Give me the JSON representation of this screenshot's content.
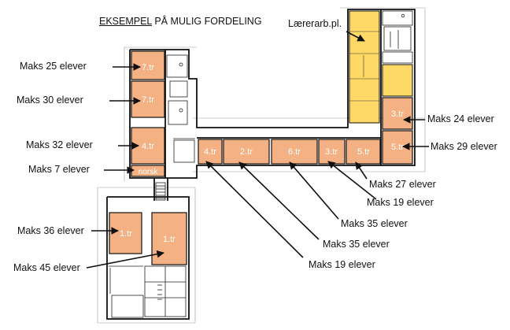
{
  "title": {
    "underlined": "EKSEMPEL",
    "rest": " PÅ MULIG FORDELING"
  },
  "colors": {
    "room_fill": "#f4b183",
    "teacher_fill": "#ffd966",
    "wall": "#111111",
    "room_text": "#ffffff",
    "label_text": "#111111"
  },
  "rooms": [
    {
      "id": "r7a",
      "text": "7.tr"
    },
    {
      "id": "r7b",
      "text": "7.tr"
    },
    {
      "id": "r4a",
      "text": "4.tr"
    },
    {
      "id": "rnorsk",
      "text": "norsk"
    },
    {
      "id": "r4b",
      "text": "4.tr"
    },
    {
      "id": "r2",
      "text": "2.tr"
    },
    {
      "id": "r6",
      "text": "6.tr"
    },
    {
      "id": "r3a",
      "text": "3.tr"
    },
    {
      "id": "r5a",
      "text": "5.tr"
    },
    {
      "id": "r3b",
      "text": "3.tr"
    },
    {
      "id": "r5b",
      "text": "5.tr"
    },
    {
      "id": "r1a",
      "text": "1.tr"
    },
    {
      "id": "r1b",
      "text": "1.tr"
    }
  ],
  "labels": [
    {
      "id": "l7a",
      "text": "Maks 25 elever"
    },
    {
      "id": "l7b",
      "text": "Maks 30 elever"
    },
    {
      "id": "l4a",
      "text": "Maks 32 elever"
    },
    {
      "id": "lnorsk",
      "text": "Maks 7 elever"
    },
    {
      "id": "l1a",
      "text": "Maks 36 elever"
    },
    {
      "id": "l1b",
      "text": "Maks 45 elever"
    },
    {
      "id": "l3b",
      "text": "Maks 24 elever"
    },
    {
      "id": "l5b",
      "text": "Maks 29 elever"
    },
    {
      "id": "l5a",
      "text": "Maks 27 elever"
    },
    {
      "id": "l3a",
      "text": "Maks 19 elever"
    },
    {
      "id": "l6",
      "text": "Maks 35 elever"
    },
    {
      "id": "l2",
      "text": "Maks 35 elever"
    },
    {
      "id": "l4b",
      "text": "Maks 19 elever"
    },
    {
      "id": "lteacher",
      "text": "Lærerarb.pl."
    }
  ]
}
